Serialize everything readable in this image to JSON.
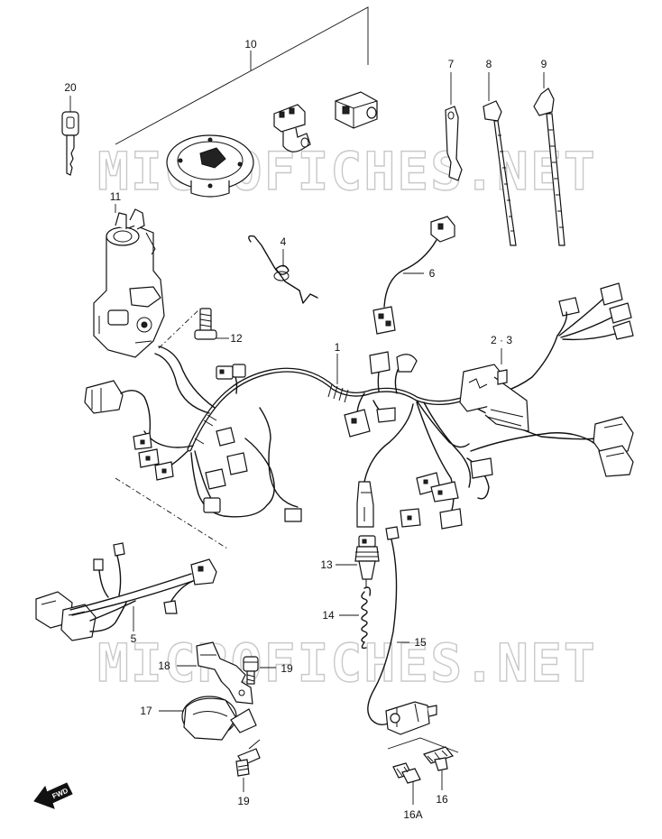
{
  "watermark": "MICROFICHES.NET",
  "fwd_label": "FWD",
  "callouts": [
    {
      "id": "c1",
      "label": "1"
    },
    {
      "id": "c23",
      "label": "2 · 3"
    },
    {
      "id": "c4",
      "label": "4"
    },
    {
      "id": "c5",
      "label": "5"
    },
    {
      "id": "c6",
      "label": "6"
    },
    {
      "id": "c7",
      "label": "7"
    },
    {
      "id": "c8",
      "label": "8"
    },
    {
      "id": "c9",
      "label": "9"
    },
    {
      "id": "c10",
      "label": "10"
    },
    {
      "id": "c11",
      "label": "11"
    },
    {
      "id": "c12",
      "label": "12"
    },
    {
      "id": "c13",
      "label": "13"
    },
    {
      "id": "c14",
      "label": "14"
    },
    {
      "id": "c15",
      "label": "15"
    },
    {
      "id": "c16",
      "label": "16"
    },
    {
      "id": "c16a",
      "label": "16A"
    },
    {
      "id": "c17",
      "label": "17"
    },
    {
      "id": "c18",
      "label": "18"
    },
    {
      "id": "c19a",
      "label": "19"
    },
    {
      "id": "c19b",
      "label": "19"
    },
    {
      "id": "c20",
      "label": "20"
    }
  ]
}
